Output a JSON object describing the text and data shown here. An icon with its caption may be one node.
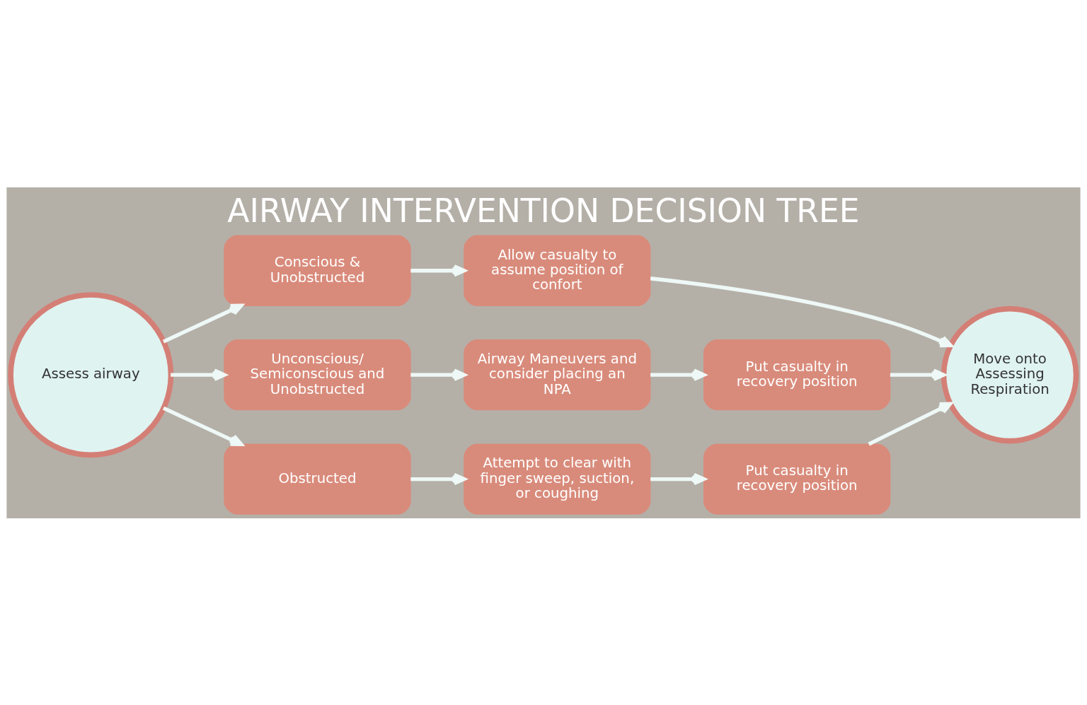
{
  "diagram": {
    "title": "AIRWAY INTERVENTION DECISION TREE",
    "nodes": [
      {
        "text": [
          "Assess airway"
        ]
      },
      {
        "text": [
          "Conscious & Unobstructed"
        ]
      },
      {
        "text": [
          "Allow casualty to assume position of confort"
        ]
      },
      {
        "text": [
          "Unconscious/ Semiconscious and Unobstructed"
        ]
      },
      {
        "text": [
          "Airway Maneuvers and consider placing an NPA"
        ]
      },
      {
        "text": [
          "Put casualty in recovery position"
        ]
      },
      {
        "text": [
          "Obstructed"
        ]
      },
      {
        "text": [
          "Attempt to clear with finger sweep, suction, or coughing"
        ]
      },
      {
        "text": [
          "Put casualty in recovery position"
        ]
      },
      {
        "text": [
          "Move onto Assessing Respiration"
        ]
      }
    ],
    "edges": [
      {
        "from": 0,
        "to": 1,
        "arrow": "to"
      },
      {
        "from": 0,
        "to": 3,
        "arrow": "to"
      },
      {
        "from": 0,
        "to": 6,
        "arrow": "to"
      },
      {
        "from": 1,
        "to": 2,
        "arrow": "to"
      },
      {
        "from": 3,
        "to": 4,
        "arrow": "to"
      },
      {
        "from": 4,
        "to": 5,
        "arrow": "to"
      },
      {
        "from": 6,
        "to": 7,
        "arrow": "to"
      },
      {
        "from": 7,
        "to": 8,
        "arrow": "to"
      },
      {
        "from": 2,
        "to": 9,
        "arrow": "to"
      },
      {
        "from": 5,
        "to": 9,
        "arrow": "to"
      },
      {
        "from": 8,
        "to": 9,
        "arrow": "to"
      }
    ]
  }
}
